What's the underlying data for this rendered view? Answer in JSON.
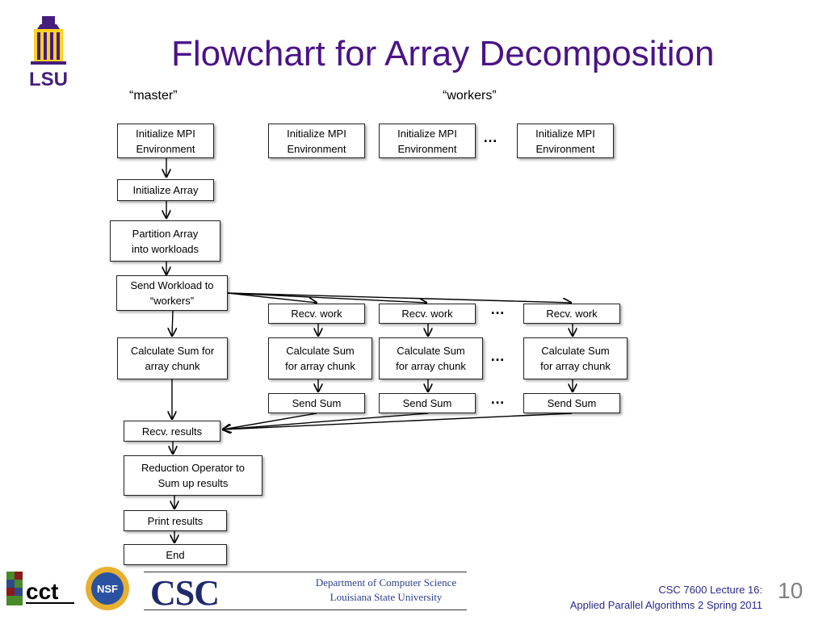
{
  "slide": {
    "title": "Flowchart for Array Decomposition",
    "number": "10"
  },
  "labels": {
    "master": "“master”",
    "workers": "“workers”"
  },
  "nodes": {
    "init_master": "Initialize MPI\nEnvironment",
    "init_w1": "Initialize MPI\nEnvironment",
    "init_w2": "Initialize MPI\nEnvironment",
    "init_w3": "Initialize MPI\nEnvironment",
    "init_array": "Initialize Array",
    "partition": "Partition Array\ninto workloads",
    "send_workload": "Send Workload to\n“workers”",
    "recv_w1": "Recv. work",
    "recv_w2": "Recv. work",
    "recv_w3": "Recv. work",
    "calc_master": "Calculate Sum for\narray chunk",
    "calc_w1": "Calculate Sum\nfor array chunk",
    "calc_w2": "Calculate Sum\nfor array chunk",
    "calc_w3": "Calculate Sum\nfor array chunk",
    "send_w1": "Send Sum",
    "send_w2": "Send Sum",
    "send_w3": "Send Sum",
    "recv_results": "Recv. results",
    "reduction": "Reduction Operator to\nSum up results",
    "print": "Print results",
    "end": "End"
  },
  "ellipsis": "…",
  "footer": {
    "course_line1": "CSC 7600 Lecture 16:",
    "course_line2": "Applied Parallel Algorithms 2 Spring 2011",
    "csc_logo_text": "CSC",
    "dept_line1": "Department of Computer Science",
    "dept_line2": "Louisiana State University",
    "lsu_logo_text": "LSU",
    "cct_logo_text": "cct",
    "nsf_logo_text": "NSF"
  },
  "colors": {
    "title": "#4b1387",
    "lsu_purple": "#461d7c",
    "lsu_gold": "#fdd023"
  }
}
